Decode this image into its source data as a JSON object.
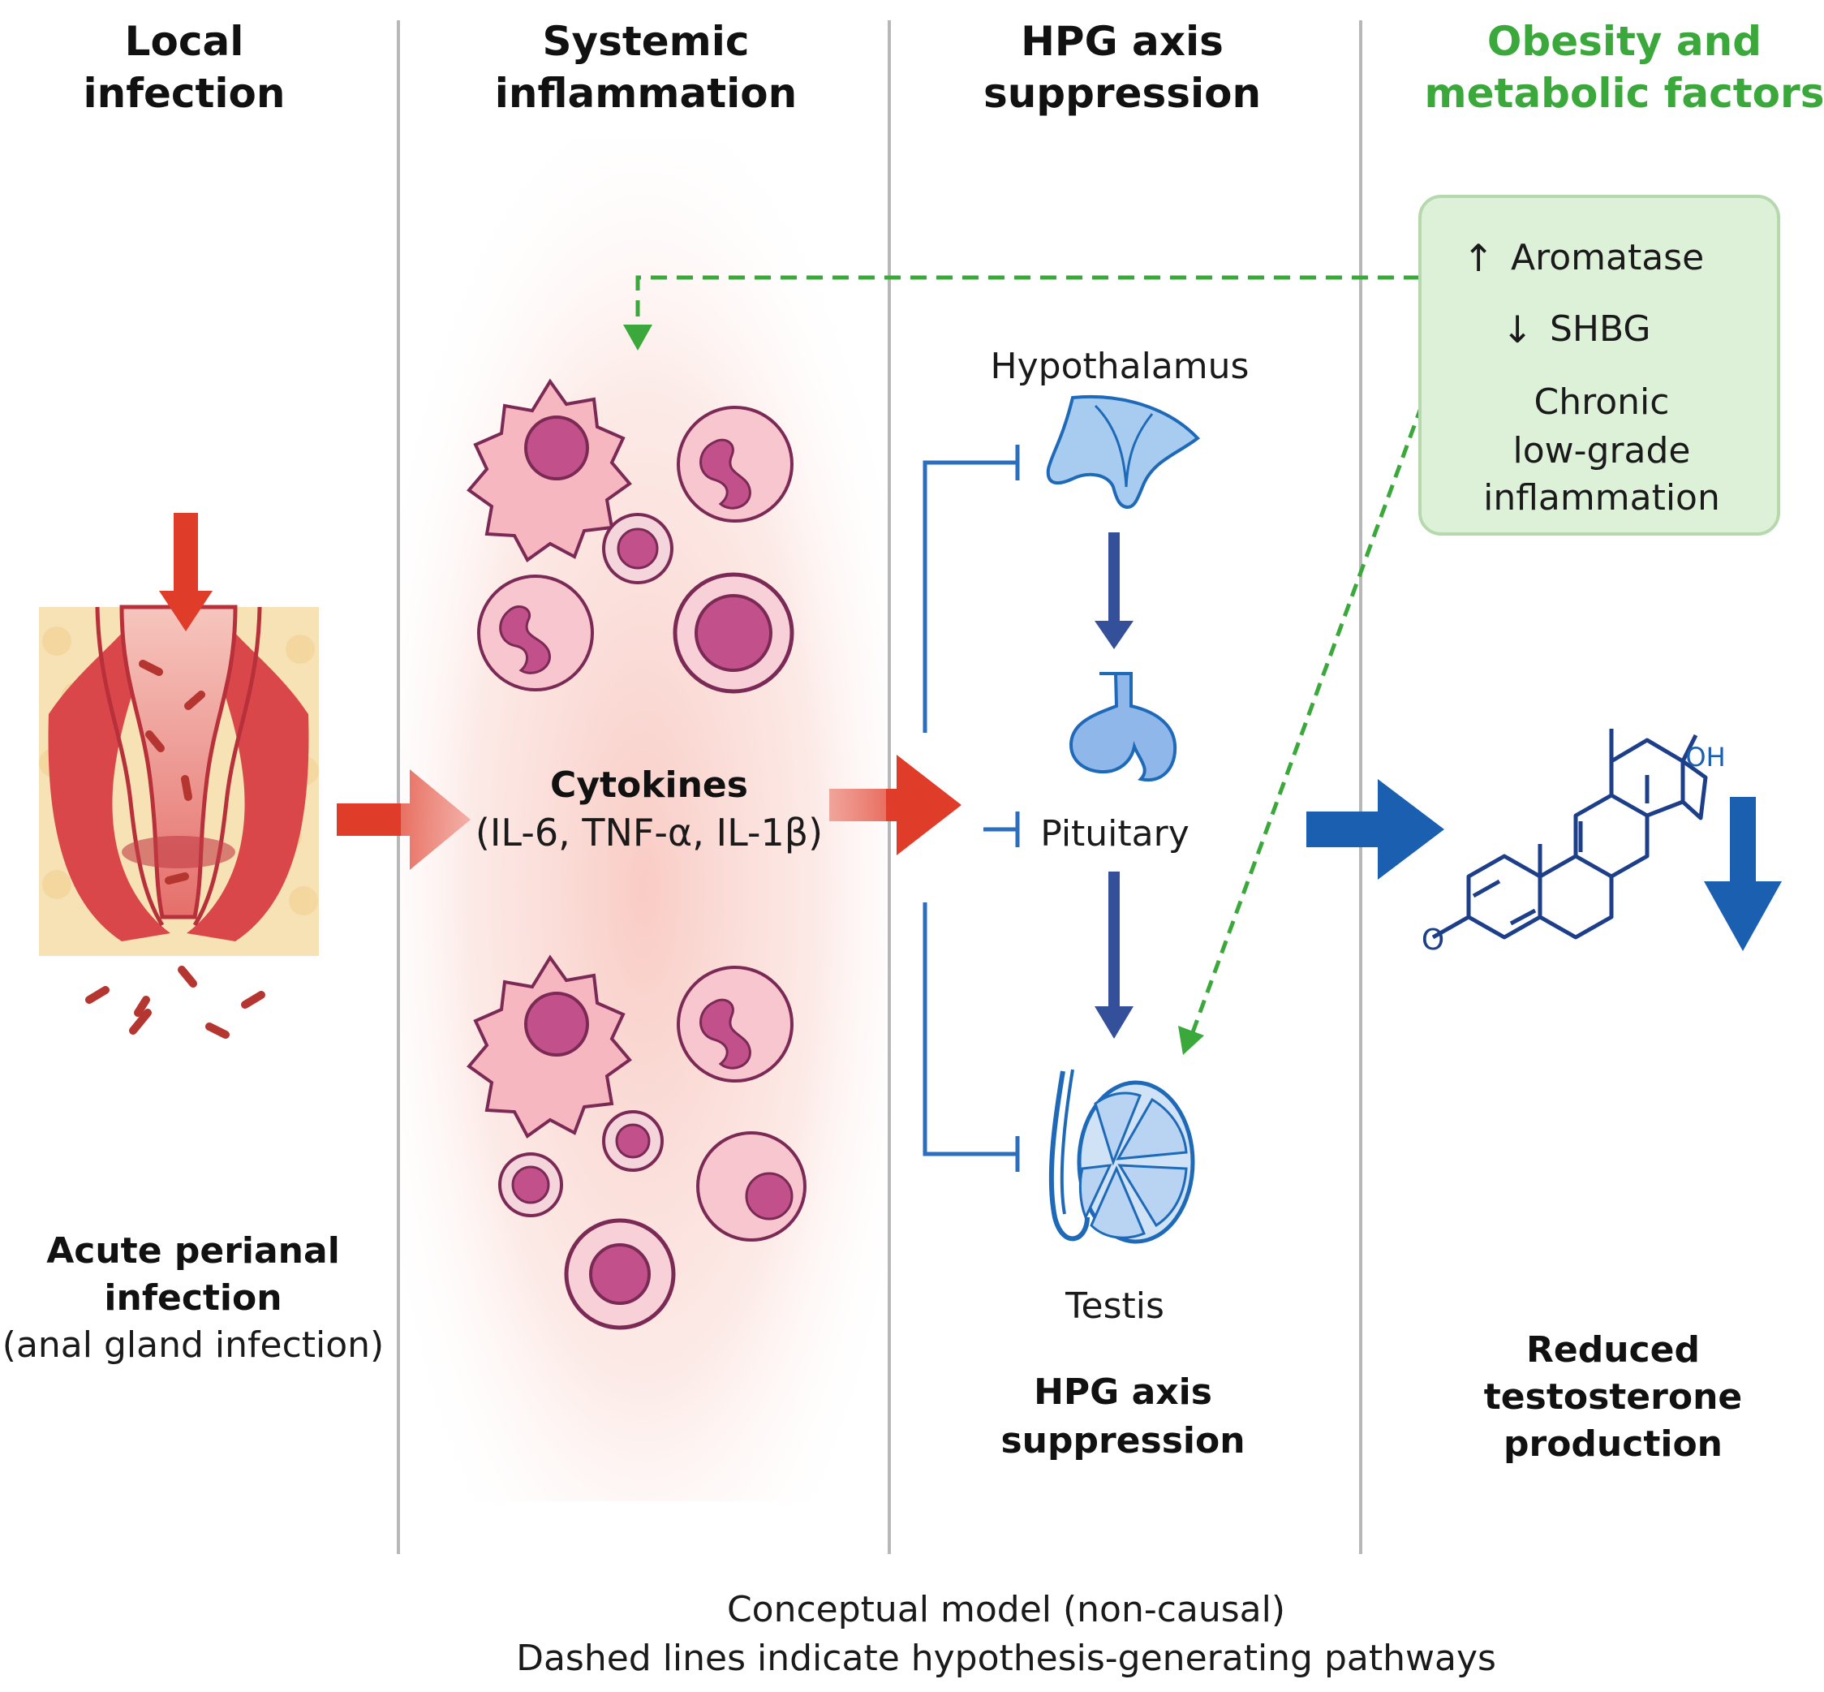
{
  "columns": {
    "local": {
      "title_line1": "Local",
      "title_line2": "infection"
    },
    "systemic": {
      "title_line1": "Systemic",
      "title_line2": "inflammation"
    },
    "hpg": {
      "title_line1": "HPG axis",
      "title_line2": "suppression"
    },
    "obesity": {
      "title_line1": "Obesity and",
      "title_line2": "metabolic factors"
    }
  },
  "local_panel": {
    "label_line1": "Acute perianal",
    "label_line2": "infection",
    "label_line3": "(anal gland infection)"
  },
  "systemic_panel": {
    "cytokines_title": "Cytokines",
    "cytokines_list": "(IL-6, TNF-α, IL-1β)"
  },
  "hpg_panel": {
    "hypothalamus": "Hypothalamus",
    "pituitary": "Pituitary",
    "testis": "Testis",
    "caption_line1": "HPG axis",
    "caption_line2": "suppression"
  },
  "obesity_box": {
    "aromatase_arrow": "↑",
    "aromatase": "Aromatase",
    "shbg_arrow": "↓",
    "shbg": "SHBG",
    "chronic_line1": "Chronic",
    "chronic_line2": "low-grade",
    "chronic_line3": "inflammation"
  },
  "outcome": {
    "oh_label": "OH",
    "ketone_label": "O",
    "label_line1": "Reduced",
    "label_line2": "testosterone",
    "label_line3": "production"
  },
  "footer": {
    "line1": "Conceptual model (non-causal)",
    "line2": "Dashed lines indicate hypothesis-generating pathways"
  },
  "colors": {
    "red_arrow": "#e03c2a",
    "blue_arrow": "#1b5fb0",
    "navy_arrow": "#34509a",
    "green": "#3aa83a",
    "inhibit_blue": "#2a6ebd",
    "divider": "#b8b8b8"
  }
}
